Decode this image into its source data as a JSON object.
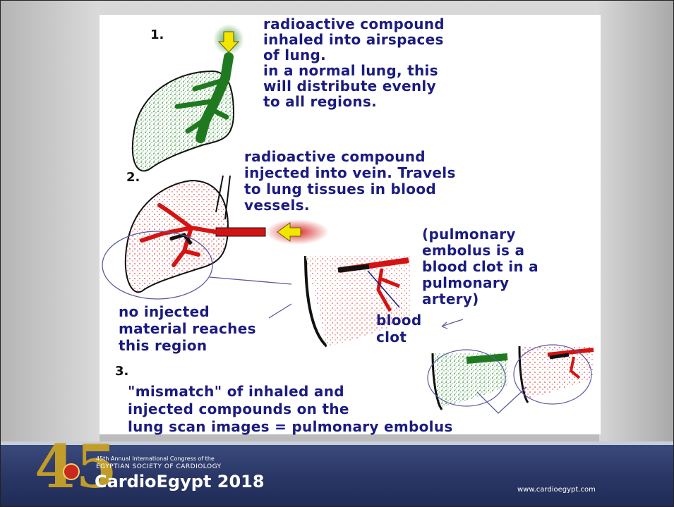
{
  "diagram": {
    "step1": {
      "number": "1.",
      "lines": [
        "radioactive compound",
        "inhaled into airspaces",
        "of lung.",
        "in a normal lung, this",
        "will distribute evenly",
        "to all regions."
      ]
    },
    "step2": {
      "number": "2.",
      "lines": [
        "radioactive compound",
        "injected into vein. Travels",
        "to lung tissues in blood",
        "vessels."
      ]
    },
    "embolus_note": {
      "lines": [
        "(pulmonary",
        "embolus is a",
        "blood clot in a",
        "pulmonary",
        "artery)"
      ]
    },
    "no_injection_label": {
      "lines": [
        "no injected",
        "material reaches",
        "this region"
      ]
    },
    "clot_label": {
      "lines": [
        "blood",
        "clot"
      ]
    },
    "step3": {
      "number": "3.",
      "lines": [
        "\"mismatch\" of inhaled and",
        "injected compounds on the",
        "lung scan images = pulmonary embolus"
      ]
    },
    "colors": {
      "text": "#1b1b80",
      "ventilation": "#2e8b2e",
      "perfusion": "#d41414",
      "arrow": "#f2e600",
      "callout": "#5a5aa0"
    }
  },
  "footer": {
    "logo_number": "45",
    "line1": "45th Annual International Congress of the",
    "line2": "EGYPTIAN SOCIETY OF CARDIOLOGY",
    "brand": "CardioEgypt 2018",
    "url": "www.cardioegypt.com"
  }
}
